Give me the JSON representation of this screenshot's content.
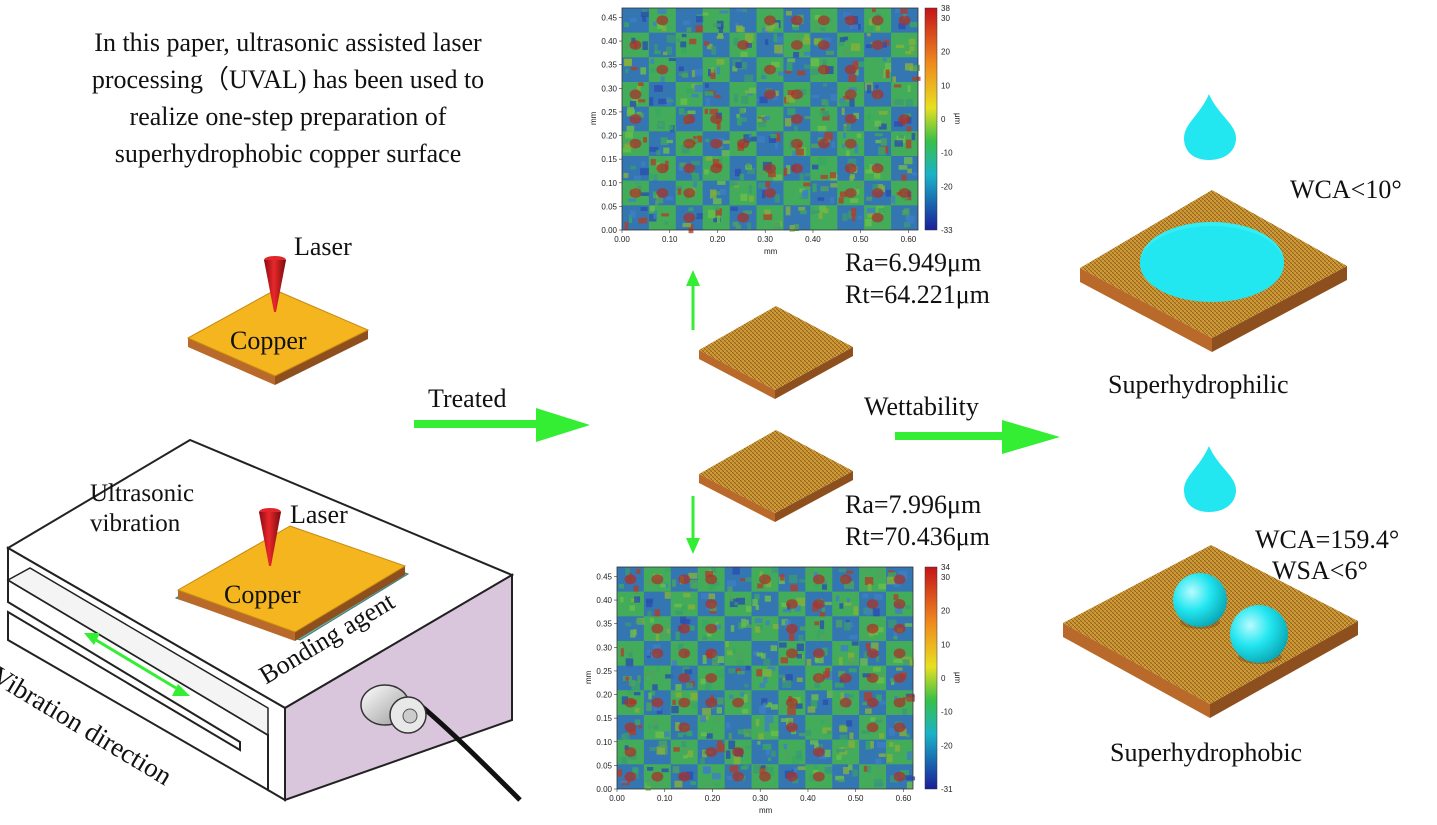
{
  "intro": {
    "lines": [
      "In this paper, ultrasonic assisted laser",
      "processing（UVAL) has been used to",
      "realize one-step preparation of",
      "superhydrophobic copper surface"
    ]
  },
  "setup_top": {
    "laser_label": "Laser",
    "copper_label": "Copper"
  },
  "setup_bottom": {
    "ultrasonic_label_line1": "Ultrasonic",
    "ultrasonic_label_line2": "vibration",
    "laser_label": "Laser",
    "copper_label": "Copper",
    "bonding_label": "Bonding agent",
    "vibration_direction_label": "Vibration direction"
  },
  "arrows": {
    "treated_label": "Treated",
    "wettability_label": "Wettability"
  },
  "roughness": {
    "top": {
      "ra": "Ra=6.949μm",
      "rt": "Rt=64.221μm"
    },
    "bottom": {
      "ra": "Ra=7.996μm",
      "rt": "Rt=70.436μm"
    }
  },
  "maps": {
    "x_label": "mm",
    "y_label": "mm",
    "unit_label": "μm",
    "x_ticks": [
      "0.00",
      "0.10",
      "0.20",
      "0.30",
      "0.40",
      "0.50",
      "0.60"
    ],
    "y_ticks": [
      "0.45",
      "0.40",
      "0.35",
      "0.30",
      "0.25",
      "0.20",
      "0.15",
      "0.10",
      "0.05",
      "0.00"
    ],
    "top": {
      "colorbar_ticks": [
        "38",
        "30",
        "20",
        "10",
        "0",
        "-10",
        "-20",
        "-33"
      ],
      "x_range": [
        0,
        0.62
      ],
      "y_range": [
        0,
        0.47
      ]
    },
    "bottom": {
      "colorbar_ticks": [
        "34",
        "30",
        "20",
        "10",
        "0",
        "-10",
        "-20",
        "-31"
      ],
      "x_range": [
        0,
        0.62
      ],
      "y_range": [
        0,
        0.47
      ]
    }
  },
  "wettability": {
    "top": {
      "wca": "WCA<10°",
      "type": "Superhydrophilic"
    },
    "bottom": {
      "wca": "WCA=159.4°",
      "wsa": "WSA<6°",
      "type": "Superhydrophobic"
    }
  },
  "colors": {
    "arrow_green": "#33ee33",
    "copper_top": "#f5b51e",
    "copper_side": "#b96a2a",
    "textured_top": "#c8922e",
    "laser_red": "#d8161c",
    "droplet_cyan": "#22e6f0",
    "stage_side": "#d9c6dc"
  }
}
